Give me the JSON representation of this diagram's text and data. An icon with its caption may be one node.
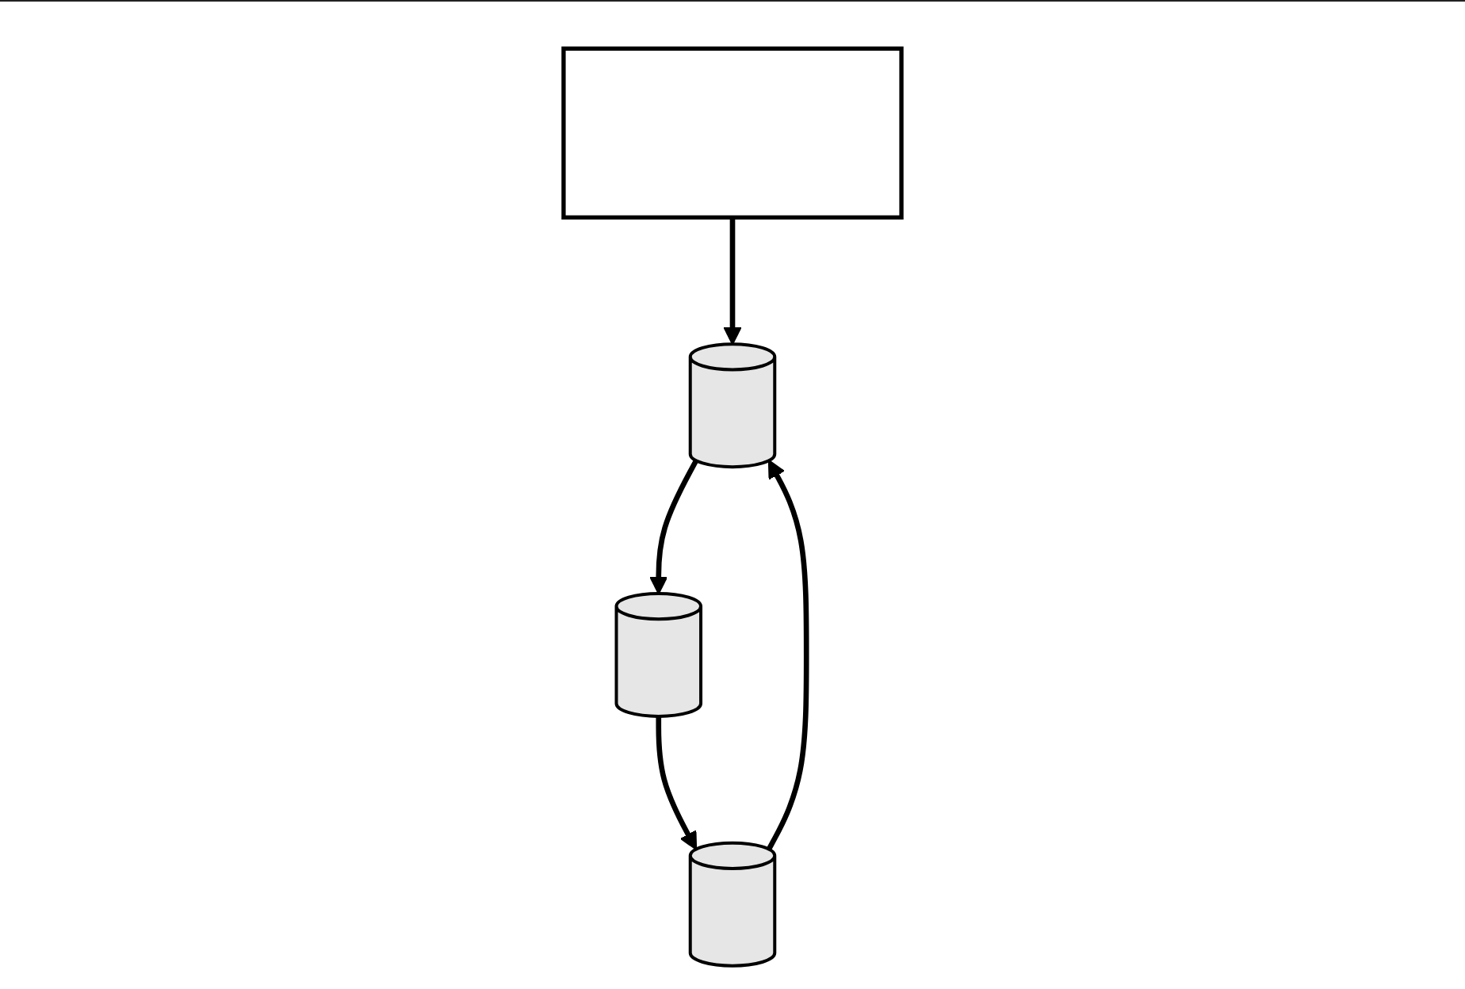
{
  "diagram": {
    "nodes": [
      {
        "text": [],
        "shape": "box"
      },
      {
        "text": [],
        "shape": "cylinder"
      },
      {
        "text": [],
        "shape": "cylinder"
      },
      {
        "text": [],
        "shape": "cylinder"
      }
    ],
    "edges": [
      {
        "from": 0,
        "to": 1,
        "arrow": "to"
      },
      {
        "from": 1,
        "to": 2,
        "arrow": "to"
      },
      {
        "from": 2,
        "to": 3,
        "arrow": "to"
      },
      {
        "from": 3,
        "to": 1,
        "arrow": "to"
      }
    ]
  }
}
